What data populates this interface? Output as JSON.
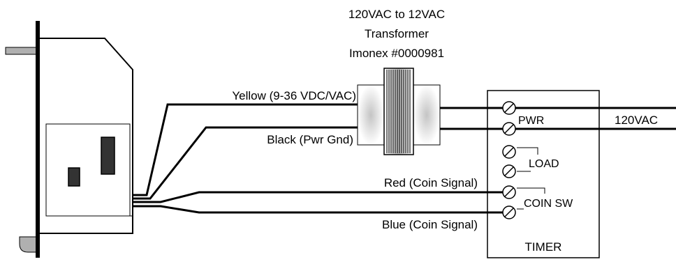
{
  "transformer": {
    "line1": "120VAC to 12VAC",
    "line2": "Transformer",
    "line3": "Imonex #0000981"
  },
  "wires": {
    "yellow": "Yellow (9-36 VDC/VAC)",
    "black": "Black (Pwr Gnd)",
    "red": "Red (Coin Signal)",
    "blue": "Blue (Coin Signal)"
  },
  "timer": {
    "title": "TIMER",
    "pwr": "PWR",
    "load": "LOAD",
    "coin_sw": "COIN SW"
  },
  "mains_label": "120VAC",
  "colors": {
    "line": "#000000",
    "background": "#ffffff"
  },
  "icons": {
    "coin_mech": "coin-mechanism-icon",
    "transformer": "transformer-icon",
    "terminal": "screw-terminal-icon"
  }
}
